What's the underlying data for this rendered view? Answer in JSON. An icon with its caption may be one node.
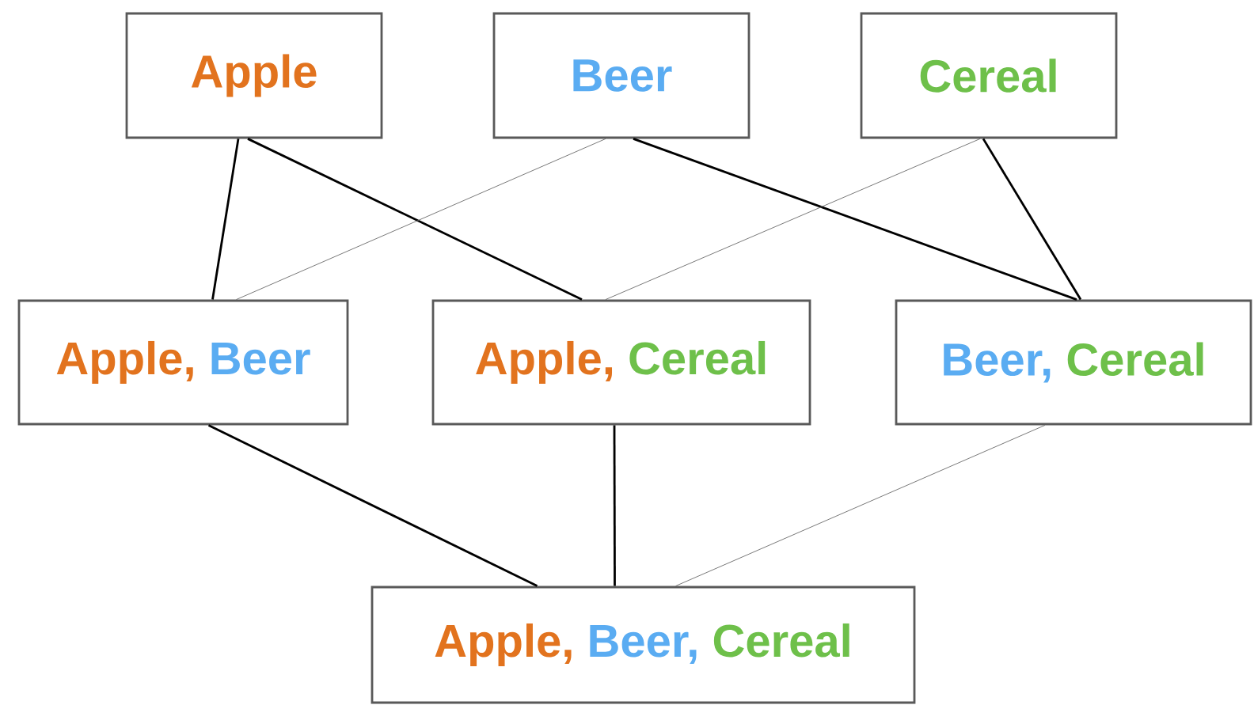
{
  "diagram": {
    "nodes": [
      {
        "text": [
          "Apple"
        ]
      },
      {
        "text": [
          "Beer"
        ]
      },
      {
        "text": [
          "Cereal"
        ]
      },
      {
        "text": [
          "Apple,",
          "Beer"
        ]
      },
      {
        "text": [
          "Apple,",
          "Cereal"
        ]
      },
      {
        "text": [
          "Beer,",
          "Cereal"
        ]
      },
      {
        "text": [
          "Apple,",
          "Beer,",
          "Cereal"
        ]
      }
    ],
    "edges": [
      {
        "from": 0,
        "to": 3,
        "arrow": "none"
      },
      {
        "from": 0,
        "to": 4,
        "arrow": "none"
      },
      {
        "from": 1,
        "to": 3,
        "arrow": "none",
        "color": "#666666"
      },
      {
        "from": 1,
        "to": 5,
        "arrow": "none"
      },
      {
        "from": 2,
        "to": 4,
        "arrow": "none",
        "color": "#666666"
      },
      {
        "from": 2,
        "to": 5,
        "arrow": "none"
      },
      {
        "from": 3,
        "to": 6,
        "arrow": "none"
      },
      {
        "from": 4,
        "to": 6,
        "arrow": "none"
      },
      {
        "from": 5,
        "to": 6,
        "arrow": "none",
        "color": "#666666"
      }
    ]
  }
}
